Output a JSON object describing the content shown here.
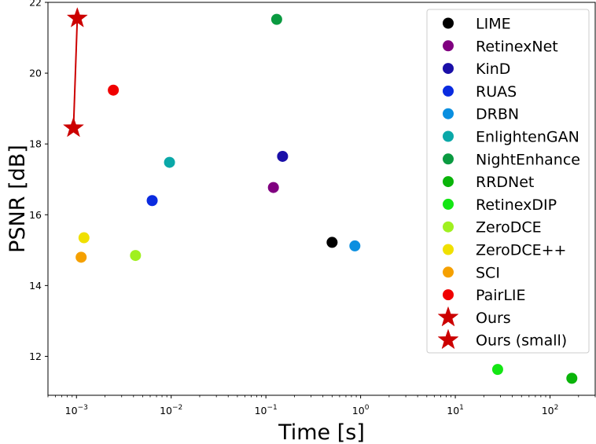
{
  "chart_data": {
    "type": "scatter",
    "xlabel": "Time [s]",
    "ylabel": "PSNR [dB]",
    "xscale": "log",
    "xlim": [
      0.0005,
      300
    ],
    "ylim": [
      10.9,
      22
    ],
    "x_ticks": [
      {
        "value": 0.001,
        "base": "10",
        "exp": "−3"
      },
      {
        "value": 0.01,
        "base": "10",
        "exp": "−2"
      },
      {
        "value": 0.1,
        "base": "10",
        "exp": "−1"
      },
      {
        "value": 1,
        "base": "10",
        "exp": "0"
      },
      {
        "value": 10,
        "base": "10",
        "exp": "1"
      },
      {
        "value": 100,
        "base": "10",
        "exp": "2"
      }
    ],
    "y_ticks": [
      12,
      14,
      16,
      18,
      20,
      22
    ],
    "grid": false,
    "legend_position": "top-right",
    "series": [
      {
        "name": "LIME",
        "color": "#000000",
        "marker": "circle",
        "points": [
          [
            0.5,
            15.22
          ]
        ]
      },
      {
        "name": "RetinexNet",
        "color": "#800080",
        "marker": "circle",
        "points": [
          [
            0.12,
            16.77
          ]
        ]
      },
      {
        "name": "KinD",
        "color": "#1a0fa8",
        "marker": "circle",
        "points": [
          [
            0.15,
            17.65
          ]
        ]
      },
      {
        "name": "RUAS",
        "color": "#0a2be0",
        "marker": "circle",
        "points": [
          [
            0.0063,
            16.4
          ]
        ]
      },
      {
        "name": "DRBN",
        "color": "#0a8fe0",
        "marker": "circle",
        "points": [
          [
            0.87,
            15.12
          ]
        ]
      },
      {
        "name": "EnlightenGAN",
        "color": "#0aa8a8",
        "marker": "circle",
        "points": [
          [
            0.0096,
            17.48
          ]
        ]
      },
      {
        "name": "NightEnhance",
        "color": "#0a9a40",
        "marker": "circle",
        "points": [
          [
            0.13,
            21.52
          ]
        ]
      },
      {
        "name": "RRDNet",
        "color": "#0ab40a",
        "marker": "circle",
        "points": [
          [
            170,
            11.38
          ]
        ]
      },
      {
        "name": "RetinexDIP",
        "color": "#14e614",
        "marker": "circle",
        "points": [
          [
            28,
            11.63
          ]
        ]
      },
      {
        "name": "ZeroDCE",
        "color": "#a0f020",
        "marker": "circle",
        "points": [
          [
            0.0042,
            14.85
          ]
        ]
      },
      {
        "name": "ZeroDCE++",
        "color": "#f0e000",
        "marker": "circle",
        "points": [
          [
            0.0012,
            15.35
          ]
        ]
      },
      {
        "name": "SCI",
        "color": "#f5a000",
        "marker": "circle",
        "points": [
          [
            0.00112,
            14.8
          ]
        ]
      },
      {
        "name": "PairLIE",
        "color": "#f00000",
        "marker": "circle",
        "points": [
          [
            0.00245,
            19.52
          ]
        ]
      },
      {
        "name": "Ours",
        "color": "#cc0000",
        "marker": "star",
        "points": [
          [
            0.00102,
            21.55
          ]
        ]
      },
      {
        "name": "Ours (small)",
        "color": "#cc0000",
        "marker": "star",
        "points": [
          [
            0.00093,
            18.45
          ]
        ]
      }
    ],
    "connector": {
      "color": "#cc0000",
      "points": [
        [
          0.00093,
          18.45
        ],
        [
          0.00102,
          21.55
        ]
      ]
    }
  }
}
